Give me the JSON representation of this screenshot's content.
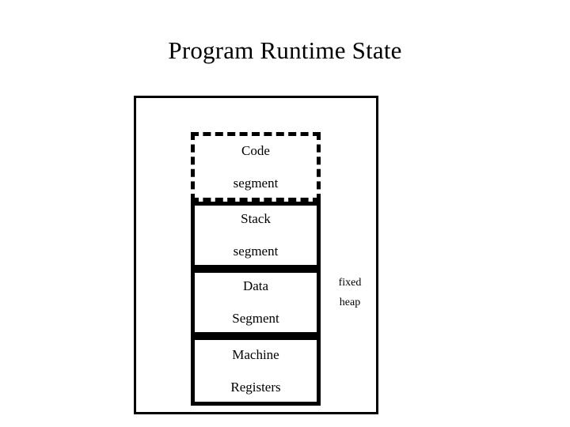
{
  "slide": {
    "title": "Program Runtime State",
    "background_color": "#ffffff",
    "line_color": "#000000"
  },
  "diagram": {
    "frame_label": "program-memory-frame",
    "segments": [
      {
        "name": "code-segment",
        "line1": "Code",
        "line2": "segment",
        "border_style": "dashed"
      },
      {
        "name": "stack-segment",
        "line1": "Stack",
        "line2": "segment",
        "border_style": "solid"
      },
      {
        "name": "data-segment",
        "line1": "Data",
        "line2": "Segment",
        "border_style": "solid"
      },
      {
        "name": "machine-registers",
        "line1": "Machine",
        "line2": "Registers",
        "border_style": "solid"
      }
    ],
    "annotations": [
      {
        "name": "fixed-heap",
        "line1": "fixed",
        "line2": "heap"
      }
    ]
  }
}
